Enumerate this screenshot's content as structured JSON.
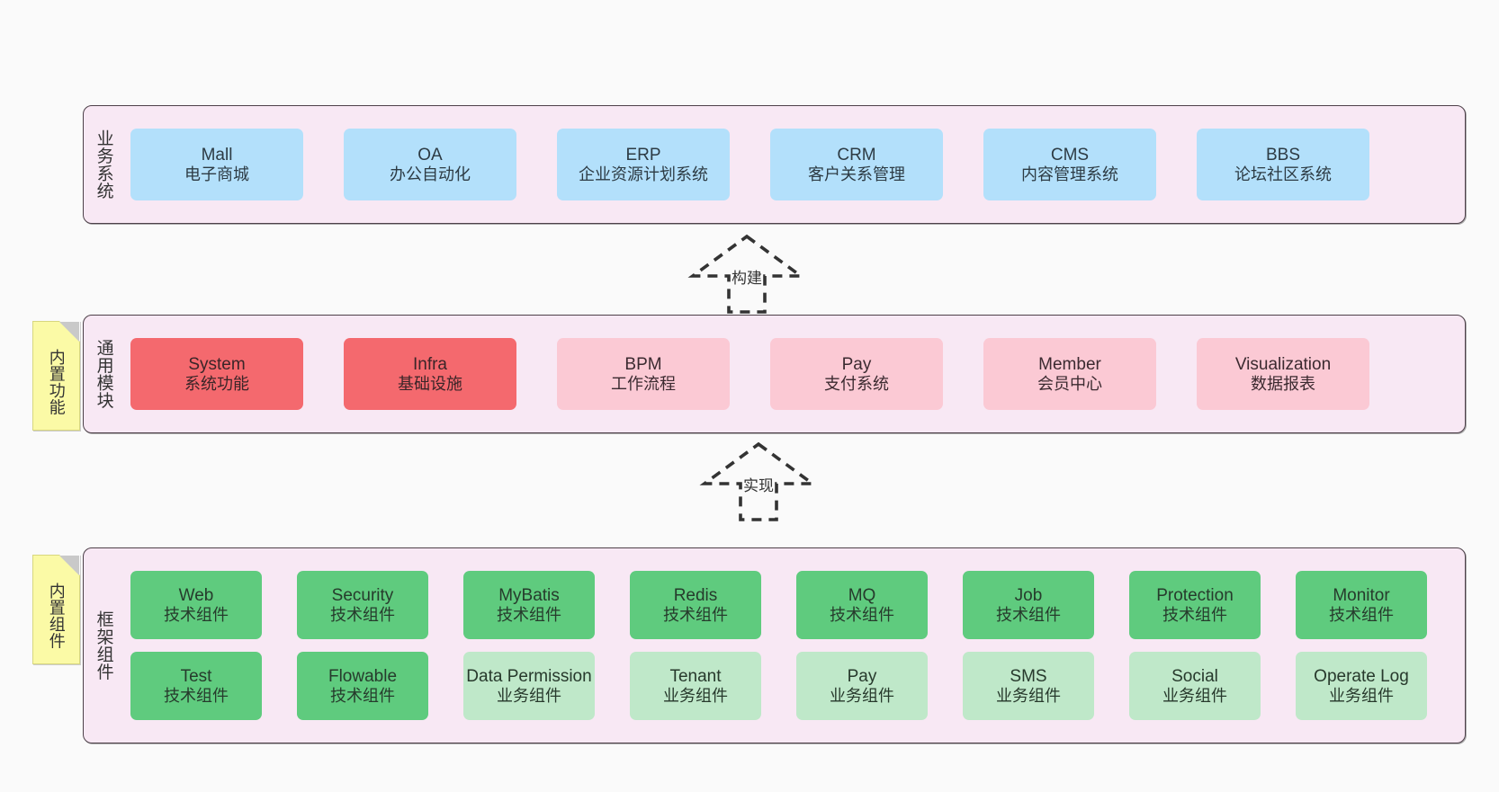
{
  "diagram": {
    "background": "#fafafa",
    "layer_fill": "#f8e8f4",
    "layer_border": "#4d4049",
    "note_fill": "#fbfaa6",
    "colors": {
      "business": "#b3e0fb",
      "core_module": "#f4696e",
      "module": "#fbc9d4",
      "tech_component": "#5fcb7e",
      "biz_component": "#bfe8c9"
    }
  },
  "layers": {
    "business": {
      "title": "业务系统",
      "cards": [
        {
          "en": "Mall",
          "cn": "电子商城"
        },
        {
          "en": "OA",
          "cn": "办公自动化"
        },
        {
          "en": "ERP",
          "cn": "企业资源计划系统"
        },
        {
          "en": "CRM",
          "cn": "客户关系管理"
        },
        {
          "en": "CMS",
          "cn": "内容管理系统"
        },
        {
          "en": "BBS",
          "cn": "论坛社区系统"
        }
      ]
    },
    "common": {
      "title": "通用模块",
      "note": "内置功能",
      "cards": [
        {
          "en": "System",
          "cn": "系统功能",
          "tone": "red"
        },
        {
          "en": "Infra",
          "cn": "基础设施",
          "tone": "red"
        },
        {
          "en": "BPM",
          "cn": "工作流程",
          "tone": "pink"
        },
        {
          "en": "Pay",
          "cn": "支付系统",
          "tone": "pink"
        },
        {
          "en": "Member",
          "cn": "会员中心",
          "tone": "pink"
        },
        {
          "en": "Visualization",
          "cn": "数据报表",
          "tone": "pink"
        }
      ]
    },
    "framework": {
      "title": "框架组件",
      "note": "内置组件",
      "row1": [
        {
          "en": "Web",
          "cn": "技术组件"
        },
        {
          "en": "Security",
          "cn": "技术组件"
        },
        {
          "en": "MyBatis",
          "cn": "技术组件"
        },
        {
          "en": "Redis",
          "cn": "技术组件"
        },
        {
          "en": "MQ",
          "cn": "技术组件"
        },
        {
          "en": "Job",
          "cn": "技术组件"
        },
        {
          "en": "Protection",
          "cn": "技术组件"
        },
        {
          "en": "Monitor",
          "cn": "技术组件"
        }
      ],
      "row2": [
        {
          "en": "Test",
          "cn": "技术组件",
          "tone": "green"
        },
        {
          "en": "Flowable",
          "cn": "技术组件",
          "tone": "green"
        },
        {
          "en": "Data Permission",
          "cn": "业务组件",
          "tone": "green-light"
        },
        {
          "en": "Tenant",
          "cn": "业务组件",
          "tone": "green-light"
        },
        {
          "en": "Pay",
          "cn": "业务组件",
          "tone": "green-light"
        },
        {
          "en": "SMS",
          "cn": "业务组件",
          "tone": "green-light"
        },
        {
          "en": "Social",
          "cn": "业务组件",
          "tone": "green-light"
        },
        {
          "en": "Operate Log",
          "cn": "业务组件",
          "tone": "green-light"
        }
      ]
    }
  },
  "connectors": [
    {
      "label": "构建"
    },
    {
      "label": "实现"
    }
  ]
}
